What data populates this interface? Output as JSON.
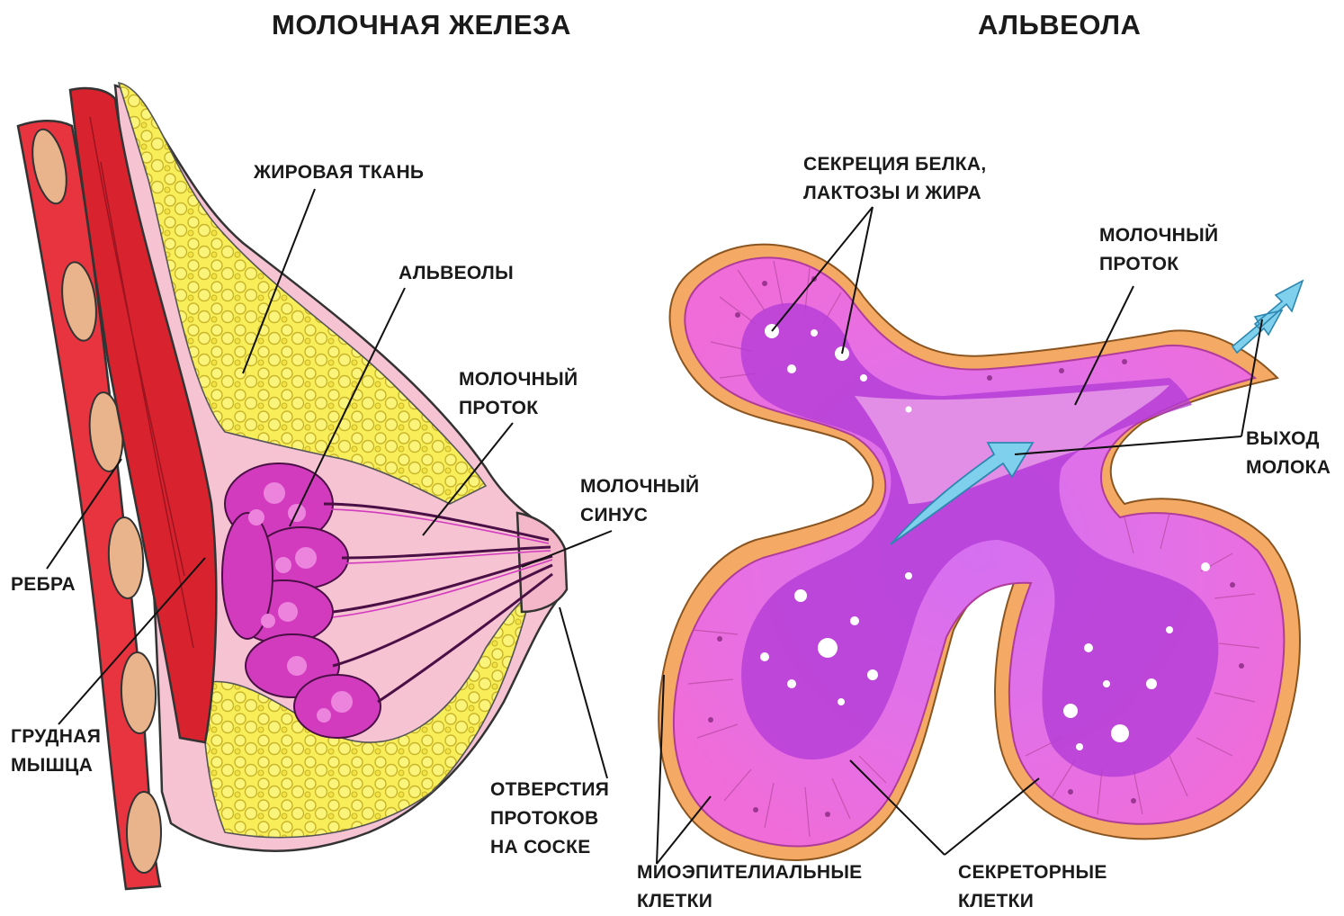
{
  "titles": {
    "gland": "МОЛОЧНАЯ ЖЕЛЕЗА",
    "alveolus": "АЛЬВЕОЛА"
  },
  "gland_labels": {
    "fat": "ЖИРОВАЯ ТКАНЬ",
    "alveoli": "АЛЬВЕОЛЫ",
    "duct": [
      "МОЛОЧНЫЙ",
      "ПРОТОК"
    ],
    "sinus": [
      "МОЛОЧНЫЙ",
      "СИНУС"
    ],
    "ribs": "РЕБРА",
    "muscle": [
      "ГРУДНАЯ",
      "МЫШЦА"
    ],
    "openings": [
      "ОТВЕРСТИЯ",
      "ПРОТОКОВ",
      "НА СОСКЕ"
    ]
  },
  "alveolus_labels": {
    "secretion": [
      "СЕКРЕЦИЯ БЕЛКА,",
      "ЛАКТОЗЫ И ЖИРА"
    ],
    "duct": [
      "МОЛОЧНЫЙ",
      "ПРОТОК"
    ],
    "milk_exit": [
      "ВЫХОД",
      "МОЛОКА"
    ],
    "myoepithelial": [
      "МИОЭПИТЕЛИАЛЬНЫЕ",
      "КЛЕТКИ"
    ],
    "secretory": [
      "СЕКРЕТОРНЫЕ",
      "КЛЕТКИ"
    ]
  },
  "colors": {
    "rib_red": "#e8343f",
    "rib_bone": "#e9b48c",
    "muscle_red": "#d8232e",
    "fat_yellow": "#f7f060",
    "tissue_pink": "#f7c6d6",
    "gland_magenta": "#d03ab8",
    "alveolus_pink": "#f05ad8",
    "alveolus_core": "#b636d8",
    "outer_orange": "#f3a55b",
    "arrow_blue": "#7fd0ec"
  }
}
